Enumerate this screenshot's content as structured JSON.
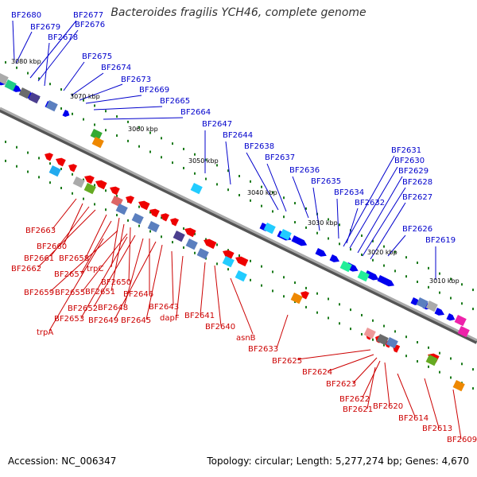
{
  "title": "Bacteroides fragilis YCH46, complete genome",
  "footer": {
    "accession": "Accession: NC_006347",
    "info": "Topology: circular; Length: 5,277,274 bp; Genes: 4,670"
  },
  "colors": {
    "upper_label": "#0000cc",
    "lower_label": "#cc0000",
    "axis": "#888888",
    "forward_gene": "#0000ee",
    "reverse_gene": "#ee0000",
    "tick_mark": "#1a7a1a"
  },
  "ticks": [
    "3080 kbp",
    "3070 kbp",
    "3060 kbp",
    "3050 kbp",
    "3040 kbp",
    "3030 kbp",
    "3020 kbp",
    "3010 kbp"
  ],
  "upper_labels": [
    "BF2680",
    "BF2679",
    "BF2677",
    "BF2676",
    "BF2678",
    "BF2675",
    "BF2674",
    "BF2673",
    "BF2669",
    "BF2665",
    "BF2664",
    "BF2647",
    "BF2644",
    "BF2638",
    "BF2637",
    "BF2636",
    "BF2635",
    "BF2634",
    "BF2632",
    "BF2631",
    "BF2630",
    "BF2629",
    "BF2628",
    "BF2627",
    "BF2626",
    "BF2619"
  ],
  "lower_labels": [
    "BF2663",
    "BF2660",
    "BF2661",
    "BF2662",
    "BF2658",
    "trpC",
    "BF2657",
    "BF2651",
    "BF2650",
    "BF2659",
    "BF2655",
    "BF2652",
    "BF2648",
    "BF2646",
    "BF2653",
    "BF2649",
    "BF2645",
    "BF2643",
    "dapF",
    "BF2641",
    "BF2640",
    "asnB",
    "BF2633",
    "trpA",
    "BF2625",
    "BF2624",
    "BF2623",
    "BF2622",
    "BF2621",
    "BF2620",
    "BF2614",
    "BF2613",
    "BF2609"
  ]
}
